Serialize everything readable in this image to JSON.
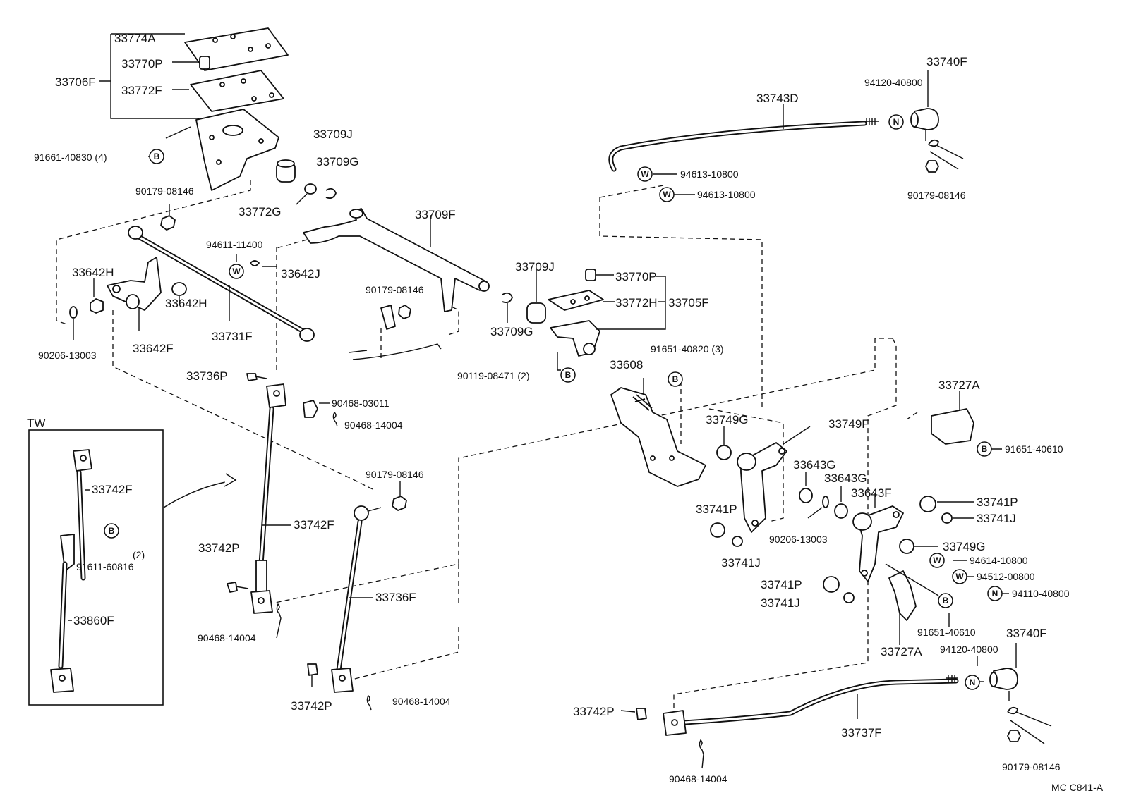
{
  "drawing_code": "MC  C841-A",
  "inset": {
    "title": "TW"
  },
  "callouts": [
    {
      "id": "c1",
      "text": "33774A"
    },
    {
      "id": "c2",
      "text": "33770P"
    },
    {
      "id": "c3",
      "text": "33706F"
    },
    {
      "id": "c4",
      "text": "33772F"
    },
    {
      "id": "c5",
      "text": "91661-40830 (4)"
    },
    {
      "id": "c6",
      "text": "33709J"
    },
    {
      "id": "c7",
      "text": "33709G"
    },
    {
      "id": "c8",
      "text": "90179-08146"
    },
    {
      "id": "c9",
      "text": "33772G"
    },
    {
      "id": "c10",
      "text": "33709F"
    },
    {
      "id": "c11",
      "text": "94611-11400"
    },
    {
      "id": "c12",
      "text": "33642J"
    },
    {
      "id": "c13",
      "text": "33642H"
    },
    {
      "id": "c14",
      "text": "33642H"
    },
    {
      "id": "c15",
      "text": "33731F"
    },
    {
      "id": "c16",
      "text": "33642F"
    },
    {
      "id": "c17",
      "text": "90206-13003"
    },
    {
      "id": "c18",
      "text": "90179-08146"
    },
    {
      "id": "c19",
      "text": "33709J"
    },
    {
      "id": "c20",
      "text": "33770P"
    },
    {
      "id": "c21",
      "text": "33772H"
    },
    {
      "id": "c22",
      "text": "33705F"
    },
    {
      "id": "c23",
      "text": "33709G"
    },
    {
      "id": "c24",
      "text": "90119-08471 (2)"
    },
    {
      "id": "c25",
      "text": "33743D"
    },
    {
      "id": "c26",
      "text": "94120-40800"
    },
    {
      "id": "c27",
      "text": "33740F"
    },
    {
      "id": "c28",
      "text": "94613-10800"
    },
    {
      "id": "c29",
      "text": "94613-10800"
    },
    {
      "id": "c30",
      "text": "90179-08146"
    },
    {
      "id": "c31",
      "text": "91651-40820 (3)"
    },
    {
      "id": "c32",
      "text": "33608"
    },
    {
      "id": "c33",
      "text": "33736P"
    },
    {
      "id": "c34",
      "text": "90468-03011"
    },
    {
      "id": "c35",
      "text": "90468-14004"
    },
    {
      "id": "c36",
      "text": "33749G"
    },
    {
      "id": "c37",
      "text": "33749F"
    },
    {
      "id": "c38",
      "text": "33727A"
    },
    {
      "id": "c39",
      "text": "91651-40610"
    },
    {
      "id": "c40",
      "text": "33742F"
    },
    {
      "id": "c41",
      "text": "91611-60816"
    },
    {
      "id": "c42",
      "text": "(2)"
    },
    {
      "id": "c43",
      "text": "33860F"
    },
    {
      "id": "c44",
      "text": "90179-08146"
    },
    {
      "id": "c45",
      "text": "33742F"
    },
    {
      "id": "c46",
      "text": "33742P"
    },
    {
      "id": "c47",
      "text": "90468-14004"
    },
    {
      "id": "c48",
      "text": "33736F"
    },
    {
      "id": "c49",
      "text": "33742P"
    },
    {
      "id": "c50",
      "text": "90468-14004"
    },
    {
      "id": "c51",
      "text": "33643G"
    },
    {
      "id": "c52",
      "text": "33643G"
    },
    {
      "id": "c53",
      "text": "33643F"
    },
    {
      "id": "c54",
      "text": "33741P"
    },
    {
      "id": "c55",
      "text": "33741J"
    },
    {
      "id": "c56",
      "text": "33741P"
    },
    {
      "id": "c57",
      "text": "33741J"
    },
    {
      "id": "c58",
      "text": "90206-13003"
    },
    {
      "id": "c59",
      "text": "33749G"
    },
    {
      "id": "c60",
      "text": "94614-10800"
    },
    {
      "id": "c61",
      "text": "94512-00800"
    },
    {
      "id": "c62",
      "text": "94110-40800"
    },
    {
      "id": "c63",
      "text": "33741P"
    },
    {
      "id": "c64",
      "text": "33741J"
    },
    {
      "id": "c65",
      "text": "91651-40610"
    },
    {
      "id": "c66",
      "text": "33727A"
    },
    {
      "id": "c67",
      "text": "94120-40800"
    },
    {
      "id": "c68",
      "text": "33740F"
    },
    {
      "id": "c69",
      "text": "33742P"
    },
    {
      "id": "c70",
      "text": "33737F"
    },
    {
      "id": "c71",
      "text": "90468-14004"
    },
    {
      "id": "c72",
      "text": "90179-08146"
    }
  ],
  "symbols": {
    "bolt": "B",
    "nut": "N",
    "washer": "W"
  }
}
